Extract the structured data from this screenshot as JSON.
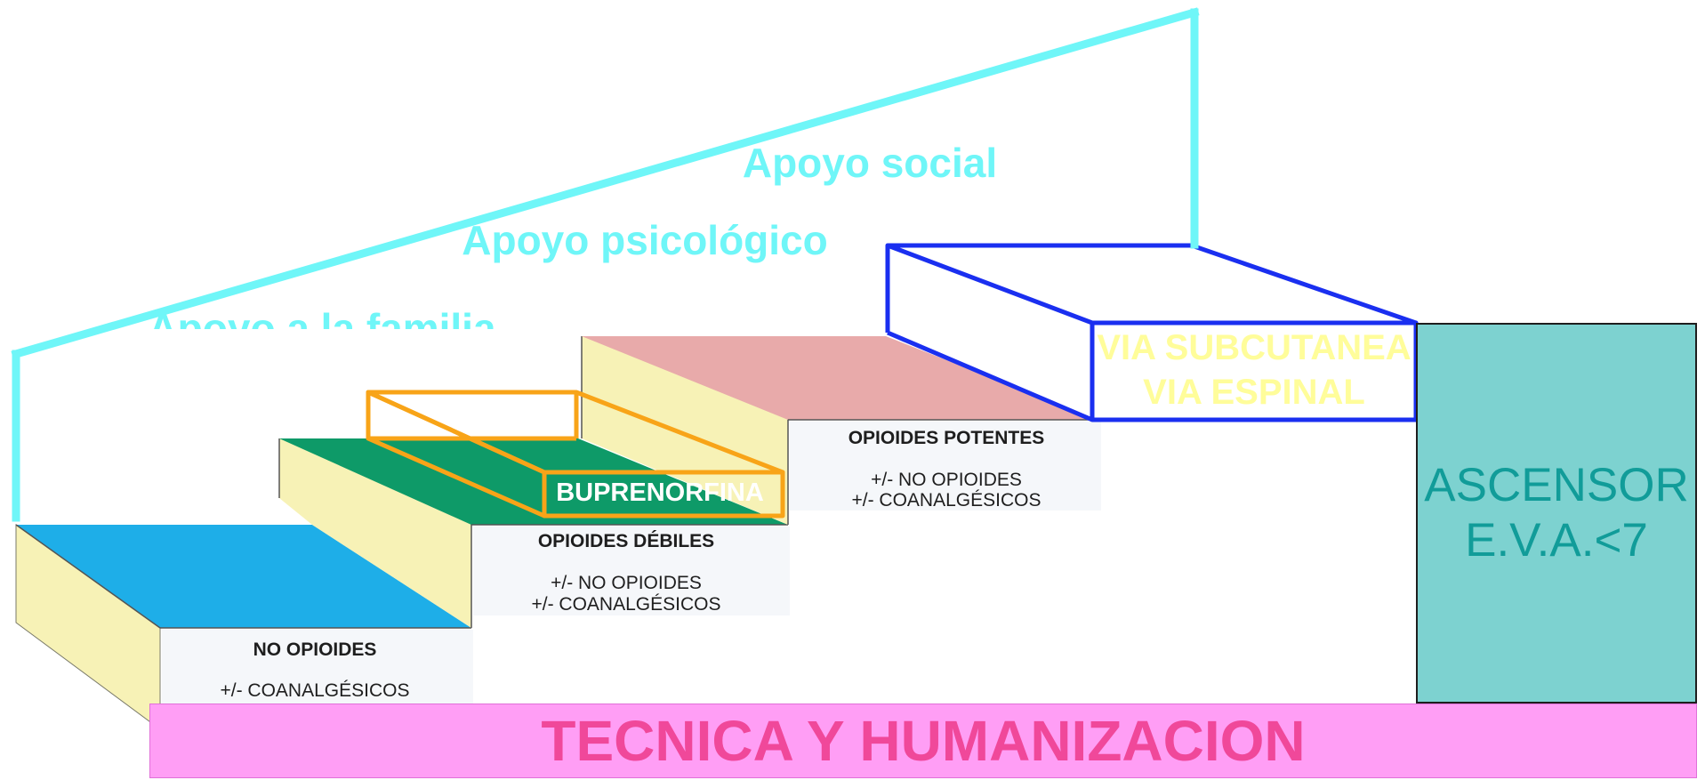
{
  "colors": {
    "support_outline": "#6ff6f8",
    "support_text": "#6ff6f8",
    "step1_top": "#1eaee8",
    "step2_top": "#0e9a68",
    "step3_top": "#e8aaaa",
    "step_side": "#f7f2b6",
    "buprenorphine_outline": "#f8a418",
    "subcutaneous_outline": "#1a2ff0",
    "subcutaneous_text": "#fffd9a",
    "elevator_fill": "#7dd2d0",
    "elevator_text": "#119c99",
    "base_fill": "#ff9ef5",
    "base_text": "#f0489a"
  },
  "support": {
    "social": "Apoyo social",
    "psychological": "Apoyo psicológico",
    "family": "Apoyo a la familia"
  },
  "steps": [
    {
      "title": "NO OPIOIDES",
      "line1": "+/- COANALGÉSICOS",
      "line2": ""
    },
    {
      "title": "OPIOIDES DÉBILES",
      "line1": "+/- NO OPIOIDES",
      "line2": "+/- COANALGÉSICOS"
    },
    {
      "title": "OPIOIDES POTENTES",
      "line1": "+/- NO OPIOIDES",
      "line2": "+/- COANALGÉSICOS"
    }
  ],
  "buprenorphine": {
    "label": "BUPRENORFINA"
  },
  "routes": {
    "line1": "VIA SUBCUTANEA",
    "line2": "VIA ESPINAL"
  },
  "elevator": {
    "line1": "ASCENSOR",
    "line2": "E.V.A.<7"
  },
  "base": {
    "label": "TECNICA Y HUMANIZACION"
  }
}
